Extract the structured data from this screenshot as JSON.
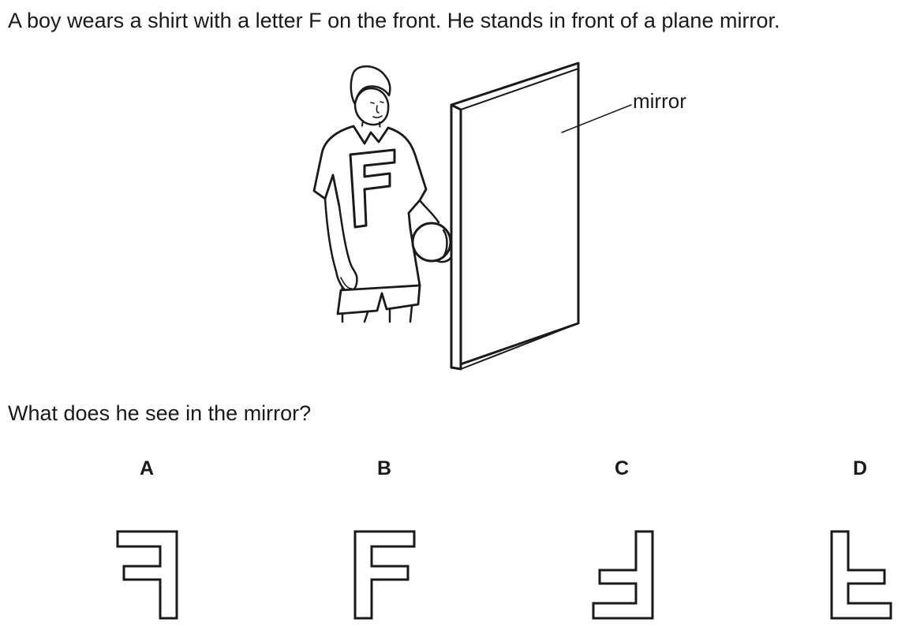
{
  "question": {
    "statement": "A boy wears a shirt with a letter F on the front. He stands in front of a plane mirror.",
    "prompt": "What does he see in the mirror?"
  },
  "figure": {
    "mirror_label": "mirror",
    "shirt_letter": "F"
  },
  "options": [
    {
      "letter": "A",
      "shape": "F-mirrored-horizontally"
    },
    {
      "letter": "B",
      "shape": "F-normal"
    },
    {
      "letter": "C",
      "shape": "F-rotated-180"
    },
    {
      "letter": "D",
      "shape": "F-flipped-vertically"
    }
  ]
}
